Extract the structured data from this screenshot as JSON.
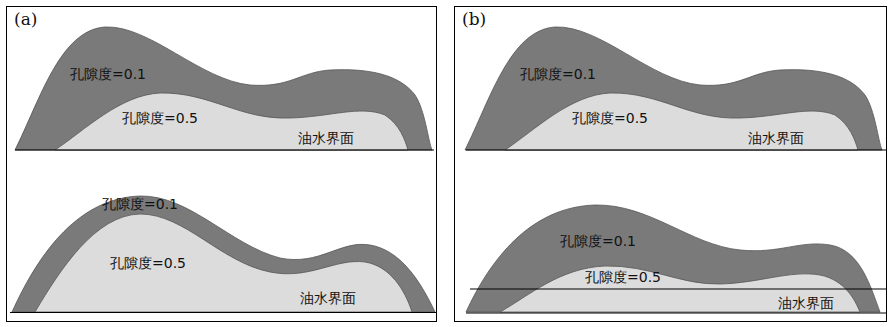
{
  "diagram": {
    "nodes": [
      {
        "text": [
          "(a)"
        ]
      },
      {
        "text": [
          "孔隙度=0.1"
        ],
        "in": 0
      },
      {
        "text": [
          "孔隙度=0.5"
        ],
        "in": 1
      },
      {
        "text": [
          "孔隙度=0.1"
        ],
        "in": 0
      },
      {
        "text": [
          "孔隙度=0.5"
        ],
        "in": 3
      },
      {
        "text": [
          "(b)"
        ]
      },
      {
        "text": [
          "孔隙度=0.1"
        ],
        "in": 5
      },
      {
        "text": [
          "孔隙度=0.5"
        ],
        "in": 6
      },
      {
        "text": [
          "孔隙度=0.1"
        ],
        "in": 5
      },
      {
        "text": [
          "孔隙度=0.5"
        ],
        "in": 8
      }
    ],
    "labels": [
      "油水界面",
      "油水界面",
      "油水界面",
      "油水界面"
    ]
  }
}
